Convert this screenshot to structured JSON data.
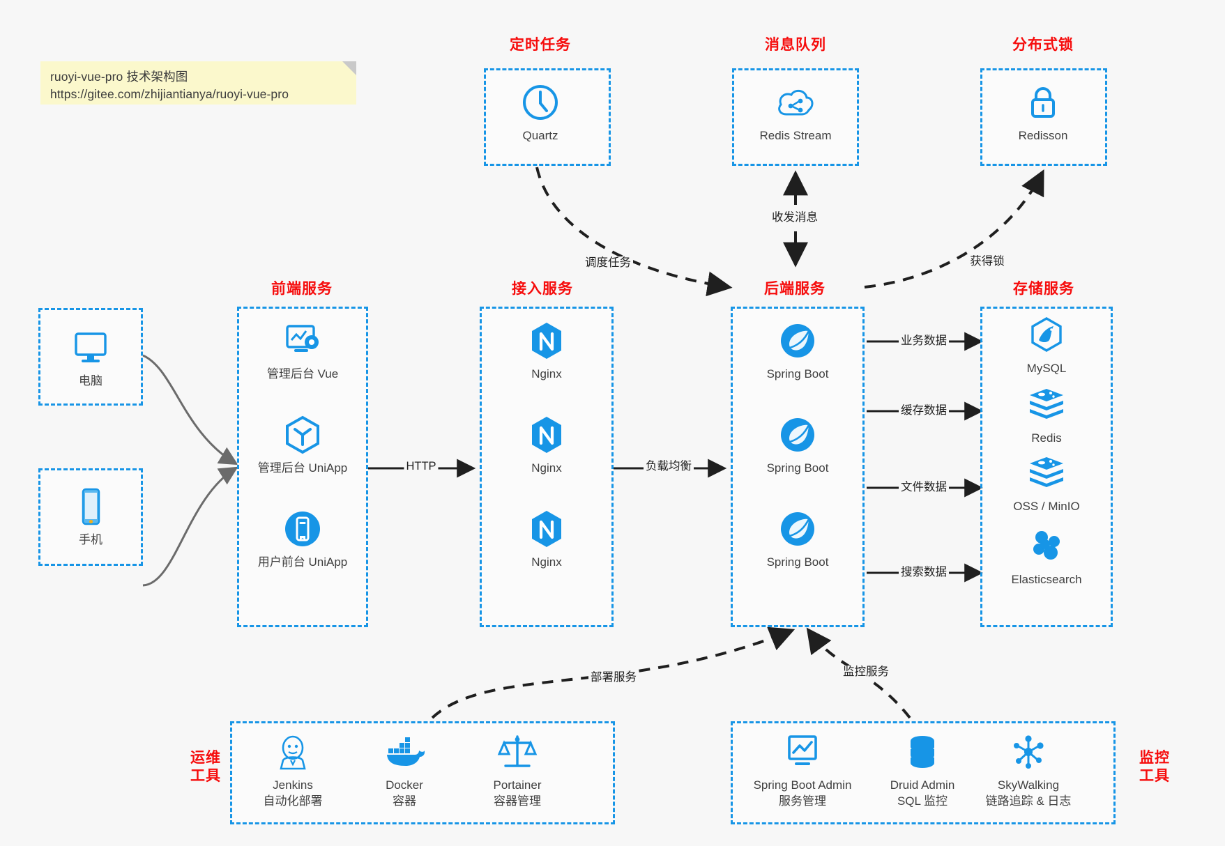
{
  "note": {
    "line1": "ruoyi-vue-pro 技术架构图",
    "line2": "https://gitee.com/zhijiantianya/ruoyi-vue-pro"
  },
  "sections": {
    "scheduler": "定时任务",
    "mq": "消息队列",
    "lock": "分布式锁",
    "frontend": "前端服务",
    "gateway": "接入服务",
    "backend": "后端服务",
    "storage": "存储服务",
    "devops_line1": "运维",
    "devops_line2": "工具",
    "monitor_line1": "监控",
    "monitor_line2": "工具"
  },
  "clients": [
    {
      "icon": "desktop-icon",
      "label": "电脑"
    },
    {
      "icon": "mobile-icon",
      "label": "手机"
    }
  ],
  "scheduler_nodes": [
    {
      "icon": "clock-icon",
      "label": "Quartz"
    }
  ],
  "mq_nodes": [
    {
      "icon": "cloud-stream-icon",
      "label": "Redis Stream"
    }
  ],
  "lock_nodes": [
    {
      "icon": "lock-icon",
      "label": "Redisson"
    }
  ],
  "frontend_nodes": [
    {
      "icon": "dashboard-gear-icon",
      "label": "管理后台 Vue"
    },
    {
      "icon": "uniapp-cube-icon",
      "label": "管理后台 UniApp"
    },
    {
      "icon": "mobile-app-icon",
      "label": "用户前台 UniApp"
    }
  ],
  "gateway_nodes": [
    {
      "icon": "nginx-icon",
      "label": "Nginx"
    },
    {
      "icon": "nginx-icon",
      "label": "Nginx"
    },
    {
      "icon": "nginx-icon",
      "label": "Nginx"
    }
  ],
  "backend_nodes": [
    {
      "icon": "spring-boot-icon",
      "label": "Spring Boot"
    },
    {
      "icon": "spring-boot-icon",
      "label": "Spring Boot"
    },
    {
      "icon": "spring-boot-icon",
      "label": "Spring Boot"
    }
  ],
  "storage_nodes": [
    {
      "icon": "mysql-icon",
      "label": "MySQL"
    },
    {
      "icon": "redis-icon",
      "label": "Redis"
    },
    {
      "icon": "oss-icon",
      "label": "OSS / MinIO"
    },
    {
      "icon": "elasticsearch-icon",
      "label": "Elasticsearch"
    }
  ],
  "devops_nodes": [
    {
      "icon": "jenkins-icon",
      "label": "Jenkins",
      "sub": "自动化部署"
    },
    {
      "icon": "docker-icon",
      "label": "Docker",
      "sub": "容器"
    },
    {
      "icon": "portainer-icon",
      "label": "Portainer",
      "sub": "容器管理"
    }
  ],
  "monitor_nodes": [
    {
      "icon": "monitor-chart-icon",
      "label": "Spring Boot Admin",
      "sub": "服务管理"
    },
    {
      "icon": "database-icon",
      "label": "Druid Admin",
      "sub": "SQL 监控"
    },
    {
      "icon": "skywalking-icon",
      "label": "SkyWalking",
      "sub": "链路追踪 & 日志"
    }
  ],
  "edges": {
    "http": "HTTP",
    "load_balance": "负载均衡",
    "schedule_task": "调度任务",
    "send_receive_message": "收发消息",
    "acquire_lock": "获得锁",
    "business_data": "业务数据",
    "cache_data": "缓存数据",
    "file_data": "文件数据",
    "search_data": "搜索数据",
    "deploy_service": "部署服务",
    "monitor_service": "监控服务"
  },
  "colors": {
    "accent_blue": "#1795e6",
    "title_red": "#f60c0c",
    "note_yellow": "#fbf8cc",
    "background": "#f7f7f7",
    "arrow_dark": "#1f1f1f",
    "client_arrow": "#6b6b6b"
  }
}
